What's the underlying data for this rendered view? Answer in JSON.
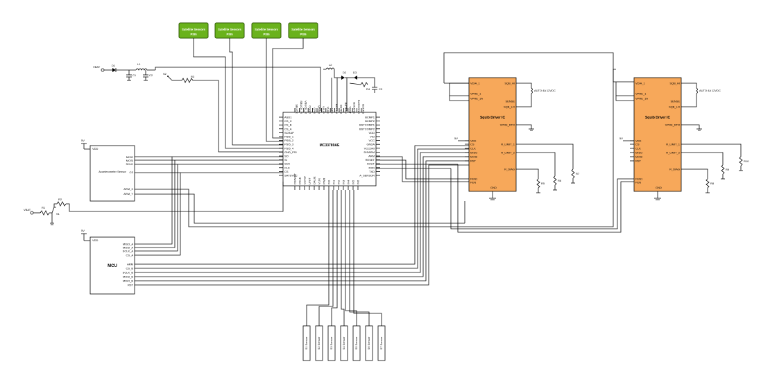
{
  "colors": {
    "satellite": "#6ab21c",
    "squib": "#f7a85a",
    "wire": "#000000"
  },
  "satellite_sensors": [
    {
      "title": "Satellite Sensors",
      "sub": "PSI5"
    },
    {
      "title": "Satellite Sensors",
      "sub": "PSI5"
    },
    {
      "title": "Satellite Sensors",
      "sub": "PSI5"
    },
    {
      "title": "Satellite Sensors",
      "sub": "PSI5"
    }
  ],
  "power": {
    "vbat": "VBAT",
    "vbat2": "VBAT",
    "d1": "D1",
    "l1": "L1",
    "c1": "C1",
    "c2": "C2",
    "s2": "S2",
    "r3": "R3",
    "l2": "L2",
    "d2": "D2",
    "d3": "D3",
    "r4": "R4",
    "c3": "C3",
    "r1": "R1",
    "r2": "R2",
    "s1": "S1",
    "v5": "5V"
  },
  "main_ic": {
    "name": "MC33789AE",
    "left_pins": [
      "ASD1",
      "CS_C",
      "CS_B",
      "CS_A",
      "SCRAP",
      "PSI5_1",
      "PSI5_2",
      "PSI5_3",
      "PSI5_4",
      "GND_PSI",
      "SO",
      "SI",
      "SCK",
      "CLK",
      "CS",
      "SATSYNC"
    ],
    "right_pins": [
      "BCMP1",
      "BCMP2",
      "BSTCOMP1",
      "BSTCOMP2",
      "VDD",
      "VIO",
      "VCC",
      "GNDA",
      "VCCDRI",
      "DISARM",
      "ARM",
      "RESET",
      "AOUT",
      "RXD",
      "TXD",
      "A_SENSOR"
    ],
    "top_pins": [
      "SBUCK",
      "SBUCK_R",
      "VBUCK_R",
      "CGND",
      "CPG",
      "VPWR",
      "VSUP",
      "VLAE",
      "VSE",
      "BSTSW",
      "BSTFB",
      "BSTDRV",
      "VBST",
      "BUCKNE",
      "BUCKGND",
      "BUCKS"
    ],
    "bottom_pins": [
      "DSPACT",
      "DSLE",
      "CGND",
      "LINIT",
      "DALIE",
      "VLIN",
      "PWR",
      "IN0",
      "IN1",
      "IN2",
      "IN3",
      "IN4",
      "IN5",
      "IN6"
    ]
  },
  "accel": {
    "title": "Accelerometer Sensor",
    "supply": "5V",
    "vdd": "VDD",
    "pins_right": [
      "MISO",
      "MOSI",
      "SCLK",
      "CS"
    ],
    "pins_right2": [
      "ARM_X",
      "ARM_Y"
    ]
  },
  "mcu": {
    "title": "MCU",
    "supply": "5V",
    "vdd": "VDD",
    "pins_right": [
      "MISO_A",
      "MOSI_A",
      "SCLK_A",
      "CS_A",
      "",
      "ARM",
      "CS_B",
      "SCLK_B",
      "MOSI_B",
      "MISO_B",
      "RST"
    ]
  },
  "squib_ics": [
    {
      "title": "Squib Driver IC",
      "left_top": [
        "VDIA_1",
        "VPRE_1",
        "VPRE_1A"
      ],
      "left_mid": [
        "VDD",
        "CS",
        "CLK",
        "MISO",
        "MOSI",
        "RST"
      ],
      "left_bot": [
        "FEN1",
        "FEN"
      ],
      "right": [
        "SQB_HI",
        "SENSE",
        "SQB_LO",
        "VPRE_RTR",
        "R_LIMIT_1",
        "R_LIMIT_2",
        "R_DIAG"
      ],
      "gnd": "GND",
      "load": "AUTO 4A 12VDC",
      "supply": "5V"
    },
    {
      "title": "Squib Driver IC",
      "left_top": [
        "VDIA_1",
        "VPRE_1",
        "VPRE_1A"
      ],
      "left_mid": [
        "VDD",
        "CS",
        "CLK",
        "MISO",
        "MOSI",
        "RST"
      ],
      "left_bot": [
        "FEN1",
        "FEN"
      ],
      "right": [
        "SQB_HI",
        "SENSE",
        "SQB_LO",
        "VPRE_RTR",
        "R_LIMIT_1",
        "R_LIMIT_2",
        "R_DIAG"
      ],
      "gnd": "GND",
      "load": "AUTO 4A 12VDC",
      "supply": "5V"
    }
  ],
  "resistors_right": [
    "R5",
    "R6",
    "R7",
    "R8",
    "R9",
    "R10"
  ],
  "bottom_sensors": [
    "S1 Sensor",
    "S2 Sensor",
    "S3 Sensor",
    "S4 Sensor",
    "S5 Sensor",
    "S6 Sensor",
    "S7 Sensor"
  ]
}
